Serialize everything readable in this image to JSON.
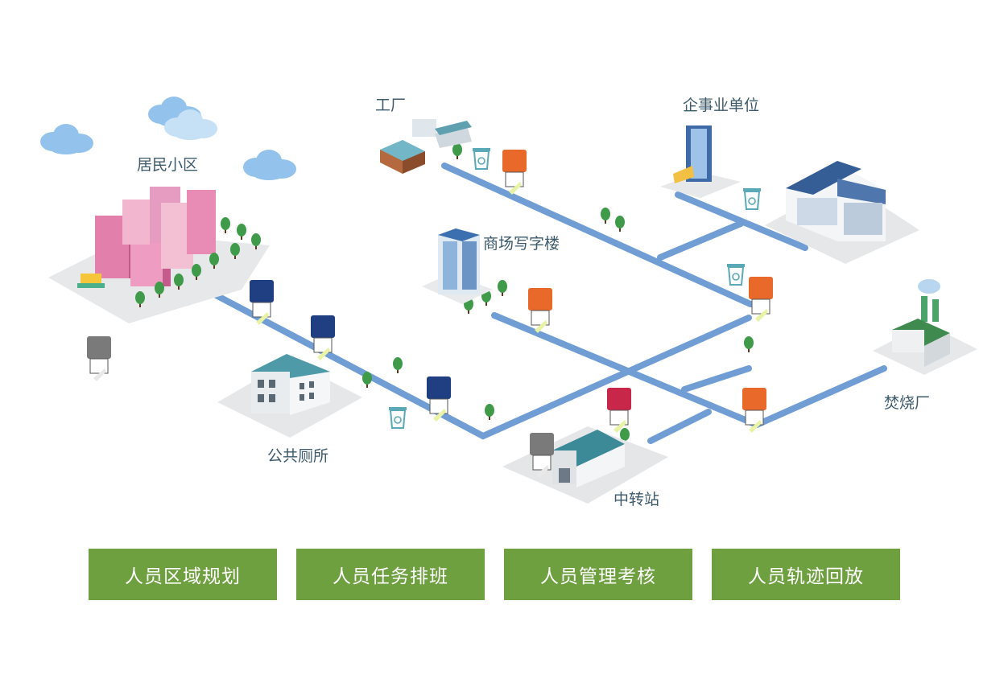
{
  "locations": {
    "residential": "居民小区",
    "factory": "工厂",
    "institution": "企事业单位",
    "office": "商场写字楼",
    "toilet": "公共厕所",
    "transfer": "中转站",
    "incinerator": "焚烧厂"
  },
  "buttons": {
    "zone_planning": "人员区域规划",
    "task_schedule": "人员任务排班",
    "management": "人员管理考核",
    "track_replay": "人员轨迹回放"
  },
  "colors": {
    "road": "#6f9dd4",
    "button_bg": "#6ea040",
    "worker_blue": "#1f3f82",
    "worker_orange": "#e8692a",
    "worker_red": "#c8274a",
    "worker_gray": "#7a7a7a",
    "tree": "#3f9a4a",
    "cloud": "#93c3ec"
  }
}
